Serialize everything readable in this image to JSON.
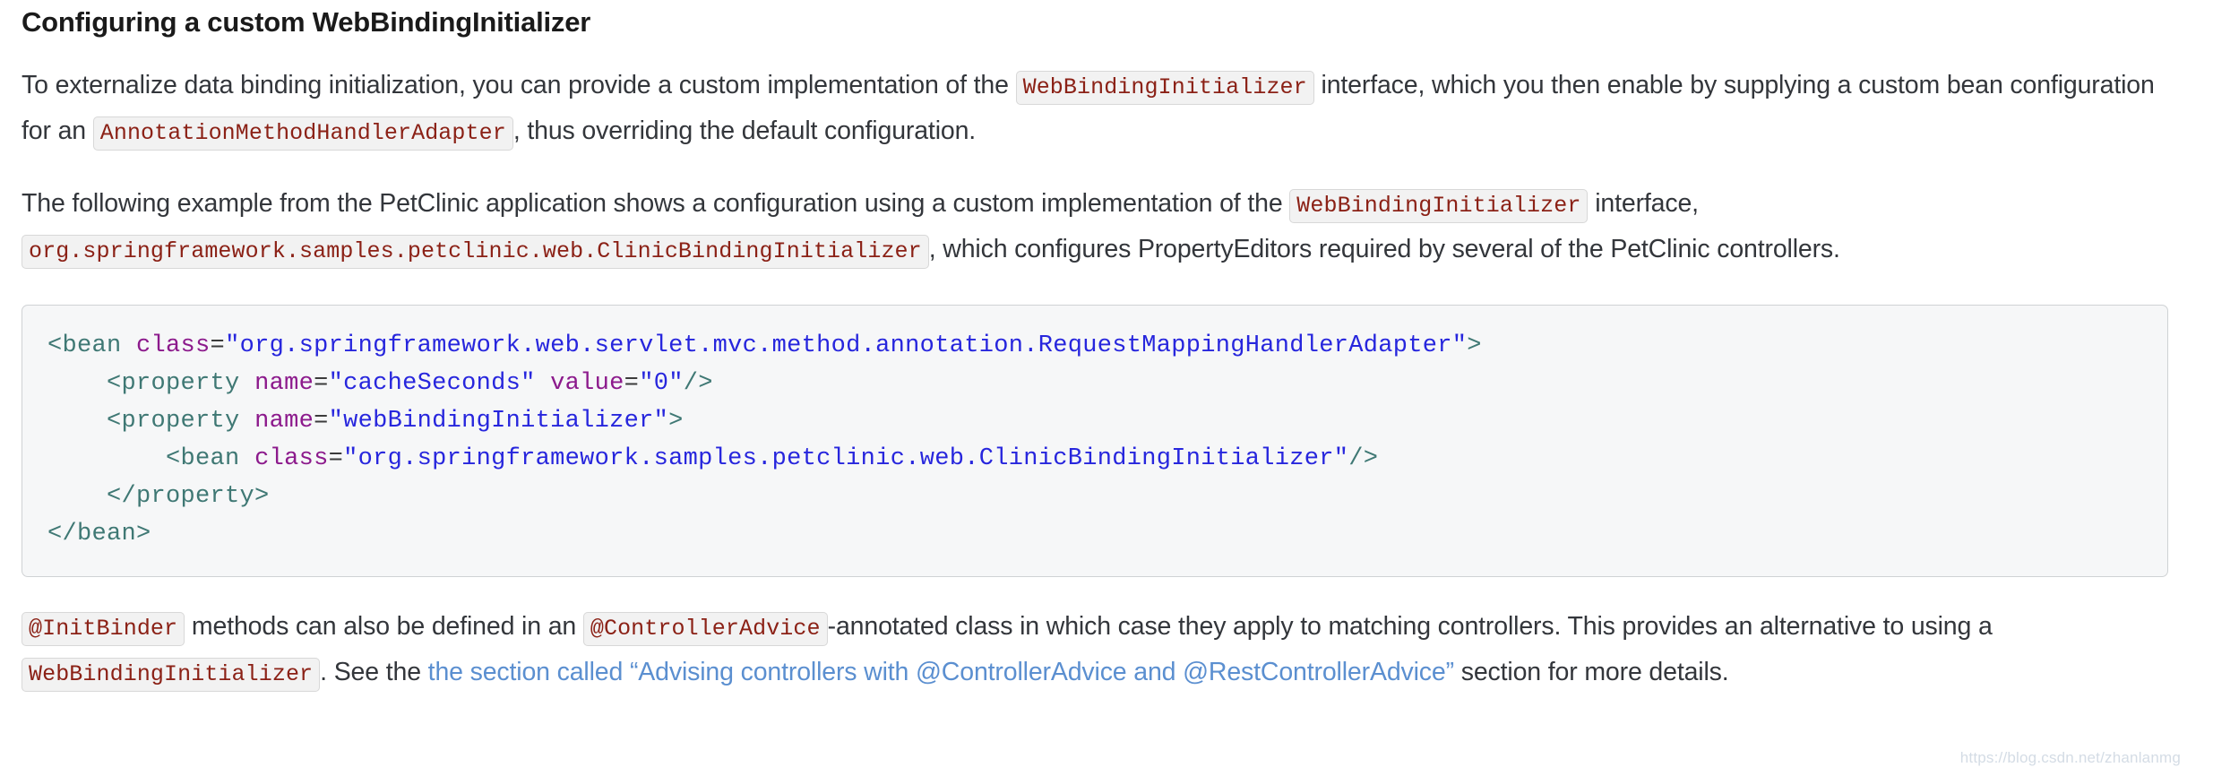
{
  "document": {
    "title": "Configuring a custom WebBindingInitializer",
    "paragraph_1": {
      "text_1": "To externalize data binding initialization, you can provide a custom implementation of the ",
      "code_1": "WebBindingInitializer",
      "text_2": " interface, which you then enable by supplying a custom bean configuration for an ",
      "code_2": "AnnotationMethodHandlerAdapter",
      "text_3": ", thus overriding the default configuration."
    },
    "paragraph_2": {
      "text_1": "The following example from the PetClinic application shows a configuration using a custom implementation of the ",
      "code_1": "WebBindingInitializer",
      "text_2": " interface, ",
      "code_2": "org.springframework.samples.petclinic.web.ClinicBindingInitializer",
      "text_3": ", which configures PropertyEditors required by several of the PetClinic controllers."
    },
    "code_block": {
      "language": "xml",
      "lines": [
        "<bean class=\"org.springframework.web.servlet.mvc.method.annotation.RequestMappingHandlerAdapter\">",
        "    <property name=\"cacheSeconds\" value=\"0\"/>",
        "    <property name=\"webBindingInitializer\">",
        "        <bean class=\"org.springframework.samples.petclinic.web.ClinicBindingInitializer\"/>",
        "    </property>",
        "</bean>"
      ],
      "tokens": {
        "bean_tag_open": "<bean",
        "property_tag_open": "<property",
        "attr_class": "class",
        "attr_name": "name",
        "attr_value": "value",
        "str_adapter": "\"org.springframework.web.servlet.mvc.method.annotation.RequestMappingHandlerAdapter\"",
        "str_cacheSeconds": "\"cacheSeconds\"",
        "str_zero": "\"0\"",
        "str_webBindingInitializer": "\"webBindingInitializer\"",
        "str_clinic": "\"org.springframework.samples.petclinic.web.ClinicBindingInitializer\"",
        "close_property": "</property>",
        "close_bean": "</bean>"
      }
    },
    "paragraph_3": {
      "code_1": "@InitBinder",
      "text_1": " methods can also be defined in an ",
      "code_2": "@ControllerAdvice",
      "text_2": "-annotated class in which case they apply to matching controllers. This provides an alternative to using a ",
      "code_3": "WebBindingInitializer",
      "text_3": ". See the ",
      "link_text": "the section called “Advising controllers with @ControllerAdvice and @RestControllerAdvice”",
      "text_4": " section for more details."
    },
    "watermark": "https://blog.csdn.net/zhanlanmg"
  },
  "colors": {
    "heading": "#1a1a1a",
    "body_text": "#33363b",
    "inline_code_text": "#8b2116",
    "inline_code_bg": "#f2f2f2",
    "inline_code_border": "#d8d8d8",
    "link": "#5b8fd0",
    "code_block_bg": "#f6f7f8",
    "code_block_border": "#cfd2d4",
    "code_tag": "#3f7874",
    "code_attr": "#8c1a8c",
    "code_string": "#2726dd",
    "watermark": "#d4dce5"
  }
}
